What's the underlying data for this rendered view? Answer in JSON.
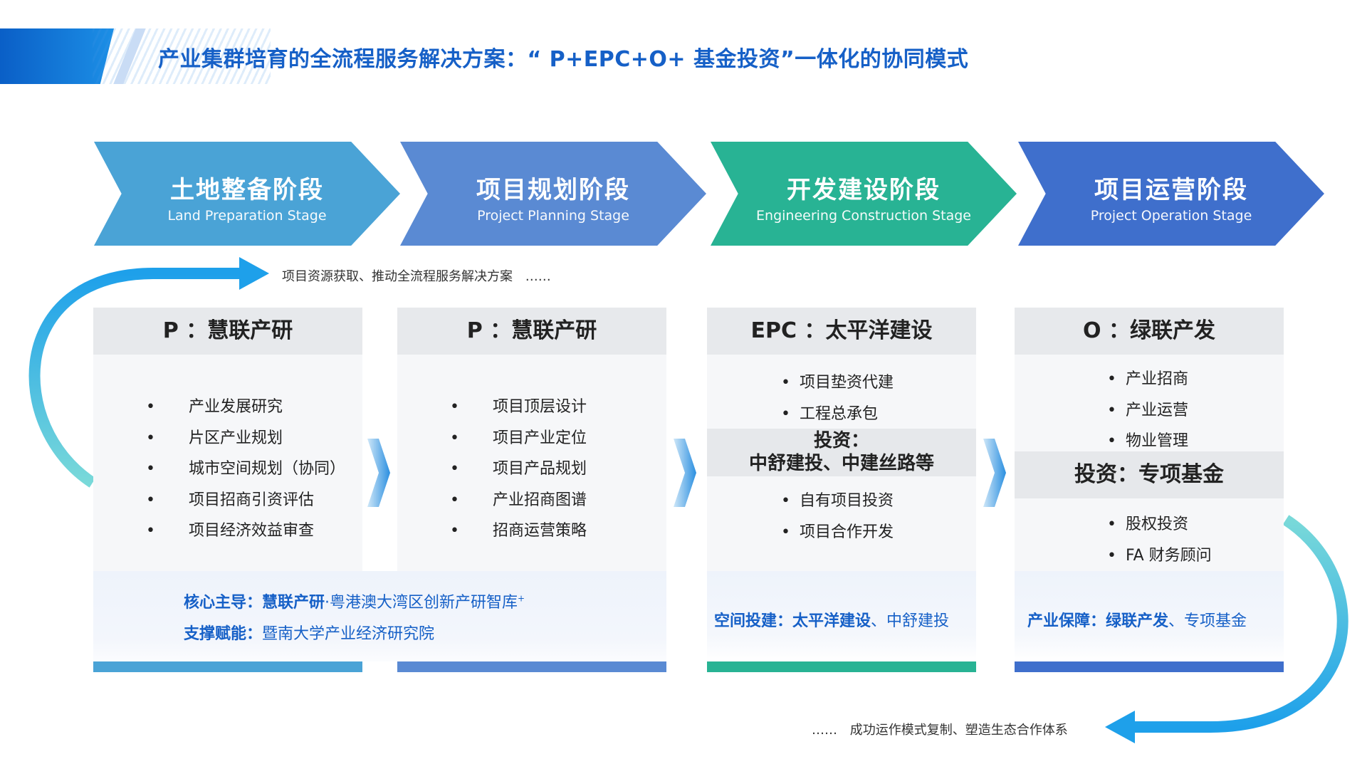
{
  "header": {
    "title": "产业集群培育的全流程服务解决方案：“ P+EPC+O+ 基金投资”一体化的协同模式"
  },
  "stages": [
    {
      "title": "土地整备阶段",
      "subtitle": "Land Preparation Stage",
      "color": "#4aa3d6"
    },
    {
      "title": "项目规划阶段",
      "subtitle": "Project Planning Stage",
      "color": "#5a8ad3"
    },
    {
      "title": "开发建设阶段",
      "subtitle": "Engineering Construction Stage",
      "color": "#28b394"
    },
    {
      "title": "项目运营阶段",
      "subtitle": "Project Operation Stage",
      "color": "#3f6fcc"
    }
  ],
  "notes": {
    "top": "项目资源获取、推动全流程服务解决方案",
    "top_dots": "……",
    "bottom_dots": "……",
    "bottom": "成功运作模式复制、塑造生态合作体系"
  },
  "cards": [
    {
      "head": "P ：慧联产研",
      "items": [
        "产业发展研究",
        "片区产业规划",
        "城市空间规划（协同）",
        "项目招商引资评估",
        "项目经济效益审查"
      ]
    },
    {
      "head": "P ：慧联产研",
      "items": [
        "项目顶层设计",
        "项目产业定位",
        "项目产品规划",
        "产业招商图谱",
        "招商运营策略"
      ]
    },
    {
      "head": "EPC ：太平洋建设",
      "items_top": [
        "项目垫资代建",
        "工程总承包"
      ],
      "band_line1": "投资：",
      "band_line2": "中舒建投、中建丝路等",
      "items_bottom": [
        "自有项目投资",
        "项目合作开发"
      ],
      "foot_label": "空间投建：",
      "foot_bold": "太平洋建设",
      "foot_rest": "、中舒建投"
    },
    {
      "head": "O ：绿联产发",
      "items_top": [
        "产业招商",
        "产业运营",
        "物业管理"
      ],
      "band": "投资：专项基金",
      "items_bottom": [
        "股权投资",
        "FA 财务顾问"
      ],
      "foot_label": "产业保障：",
      "foot_bold": "绿联产发",
      "foot_rest": "、专项基金"
    }
  ],
  "shared_footer": {
    "line1_label": "核心主导：",
    "line1_bold": "慧联产研",
    "line1_rest": "·粤港澳大湾区创新产研智库",
    "line1_sup": "+",
    "line2_label": "支撑赋能：",
    "line2_rest": "暨南大学产业经济研究院"
  },
  "colors": {
    "accent": "#1660c7",
    "arrow": "#1ea0ea",
    "teal": "#6fd3d3"
  }
}
